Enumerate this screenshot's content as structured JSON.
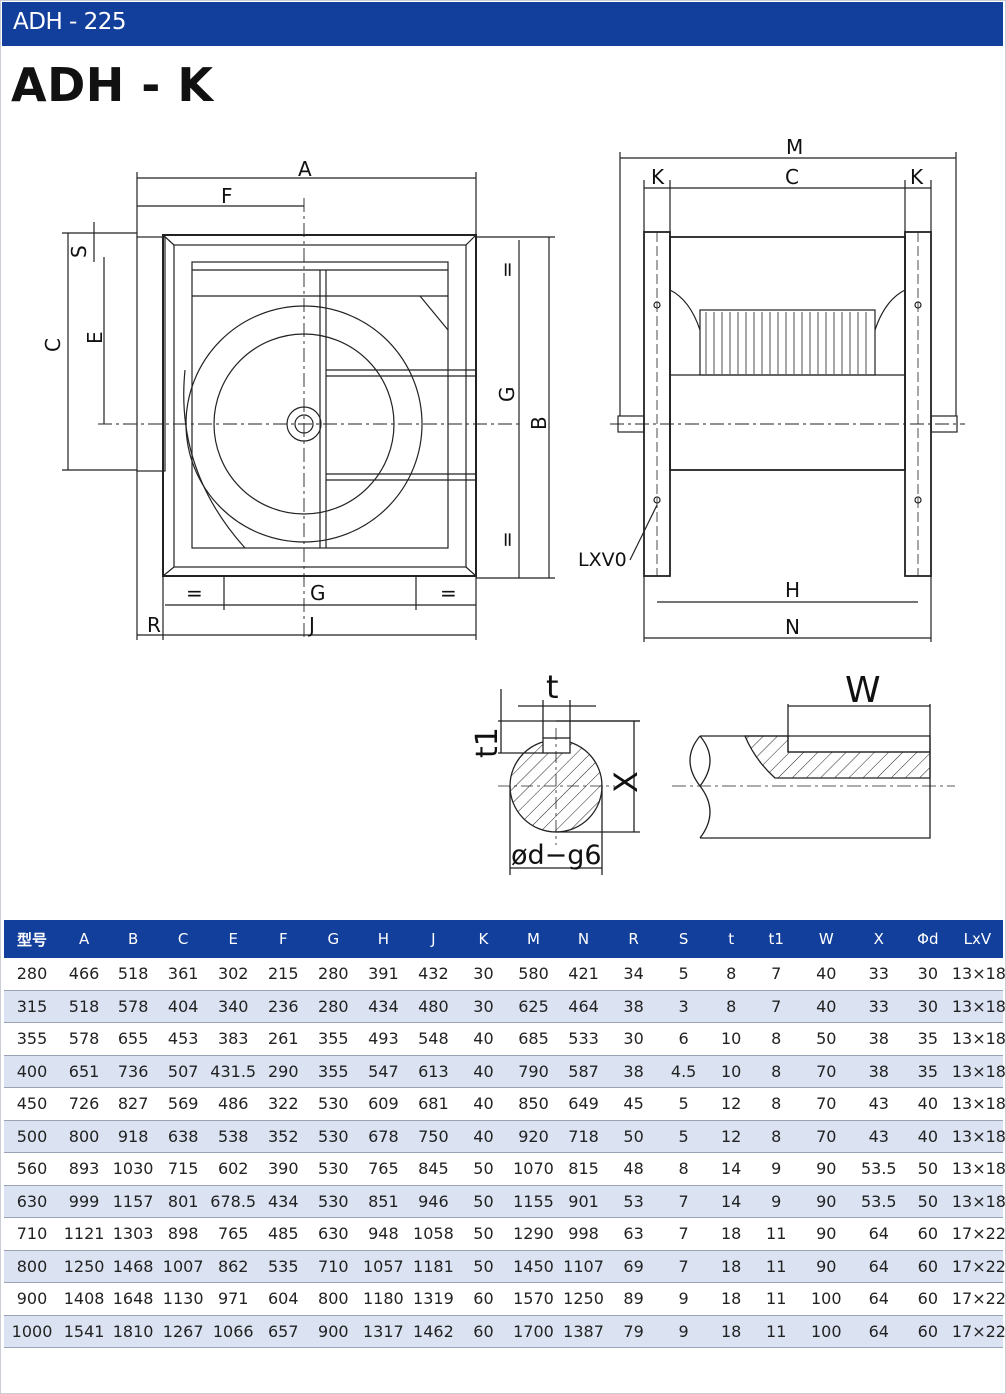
{
  "header": {
    "product": "ADH - 225"
  },
  "page_title": "ADH - K",
  "drawing_labels": {
    "front": {
      "A": "A",
      "F": "F",
      "S": "S",
      "C": "C",
      "E": "E",
      "G_right": "G",
      "B": "B",
      "eq_top": "=",
      "eq_bottom": "=",
      "eq_left": "=",
      "G_bottom": "G",
      "eq_right": "=",
      "R": "R",
      "J": "J"
    },
    "side": {
      "M": "M",
      "K_left": "K",
      "C": "C",
      "K_right": "K",
      "LXV0": "LXV0",
      "H": "H",
      "N": "N"
    },
    "shaft": {
      "t": "t",
      "t1": "t1",
      "X": "X",
      "od": "ød−g6",
      "W": "W"
    }
  },
  "table": {
    "columns": [
      "型号",
      "A",
      "B",
      "C",
      "E",
      "F",
      "G",
      "H",
      "J",
      "K",
      "M",
      "N",
      "R",
      "S",
      "t",
      "t1",
      "W",
      "X",
      "Φd",
      "LxV"
    ],
    "rows": [
      [
        "280",
        "466",
        "518",
        "361",
        "302",
        "215",
        "280",
        "391",
        "432",
        "30",
        "580",
        "421",
        "34",
        "5",
        "8",
        "7",
        "40",
        "33",
        "30",
        "13×18"
      ],
      [
        "315",
        "518",
        "578",
        "404",
        "340",
        "236",
        "280",
        "434",
        "480",
        "30",
        "625",
        "464",
        "38",
        "3",
        "8",
        "7",
        "40",
        "33",
        "30",
        "13×18"
      ],
      [
        "355",
        "578",
        "655",
        "453",
        "383",
        "261",
        "355",
        "493",
        "548",
        "40",
        "685",
        "533",
        "30",
        "6",
        "10",
        "8",
        "50",
        "38",
        "35",
        "13×18"
      ],
      [
        "400",
        "651",
        "736",
        "507",
        "431.5",
        "290",
        "355",
        "547",
        "613",
        "40",
        "790",
        "587",
        "38",
        "4.5",
        "10",
        "8",
        "70",
        "38",
        "35",
        "13×18"
      ],
      [
        "450",
        "726",
        "827",
        "569",
        "486",
        "322",
        "530",
        "609",
        "681",
        "40",
        "850",
        "649",
        "45",
        "5",
        "12",
        "8",
        "70",
        "43",
        "40",
        "13×18"
      ],
      [
        "500",
        "800",
        "918",
        "638",
        "538",
        "352",
        "530",
        "678",
        "750",
        "40",
        "920",
        "718",
        "50",
        "5",
        "12",
        "8",
        "70",
        "43",
        "40",
        "13×18"
      ],
      [
        "560",
        "893",
        "1030",
        "715",
        "602",
        "390",
        "530",
        "765",
        "845",
        "50",
        "1070",
        "815",
        "48",
        "8",
        "14",
        "9",
        "90",
        "53.5",
        "50",
        "13×18"
      ],
      [
        "630",
        "999",
        "1157",
        "801",
        "678.5",
        "434",
        "530",
        "851",
        "946",
        "50",
        "1155",
        "901",
        "53",
        "7",
        "14",
        "9",
        "90",
        "53.5",
        "50",
        "13×18"
      ],
      [
        "710",
        "1121",
        "1303",
        "898",
        "765",
        "485",
        "630",
        "948",
        "1058",
        "50",
        "1290",
        "998",
        "63",
        "7",
        "18",
        "11",
        "90",
        "64",
        "60",
        "17×22"
      ],
      [
        "800",
        "1250",
        "1468",
        "1007",
        "862",
        "535",
        "710",
        "1057",
        "1181",
        "50",
        "1450",
        "1107",
        "69",
        "7",
        "18",
        "11",
        "90",
        "64",
        "60",
        "17×22"
      ],
      [
        "900",
        "1408",
        "1648",
        "1130",
        "971",
        "604",
        "800",
        "1180",
        "1319",
        "60",
        "1570",
        "1250",
        "89",
        "9",
        "18",
        "11",
        "100",
        "64",
        "60",
        "17×22"
      ],
      [
        "1000",
        "1541",
        "1810",
        "1267",
        "1066",
        "657",
        "900",
        "1317",
        "1462",
        "60",
        "1700",
        "1387",
        "79",
        "9",
        "18",
        "11",
        "100",
        "64",
        "60",
        "17×22"
      ]
    ]
  },
  "colors": {
    "brand_blue": "#123f9b",
    "row_alt": "#dbe3f2"
  }
}
